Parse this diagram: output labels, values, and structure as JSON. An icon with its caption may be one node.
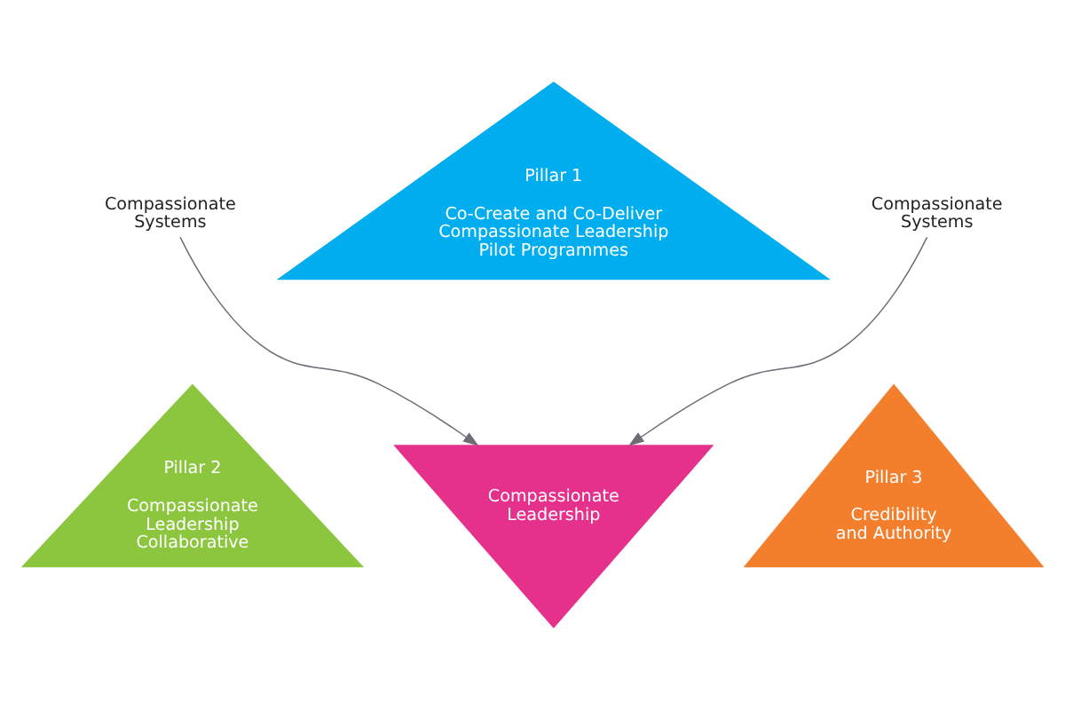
{
  "diagram": {
    "nodes": [
      {
        "text": [
          "Pillar 1",
          "Co-Create and Co-Deliver Compassionate Leadership Pilot Programmes"
        ]
      },
      {
        "text": [
          "Pillar 2",
          "Compassionate Leadership Collaborative"
        ]
      },
      {
        "text": [
          "Compassionate Leadership"
        ]
      },
      {
        "text": [
          "Pillar 3",
          "Credibility and Authority"
        ]
      },
      {
        "text": [
          "Compassionate Systems"
        ]
      },
      {
        "text": [
          "Compassionate Systems"
        ]
      }
    ],
    "edges": [
      {
        "from": 4,
        "to": 2,
        "arrow": "to",
        "color": "#716b75"
      },
      {
        "from": 5,
        "to": 2,
        "arrow": "to",
        "color": "#716b75"
      }
    ]
  }
}
